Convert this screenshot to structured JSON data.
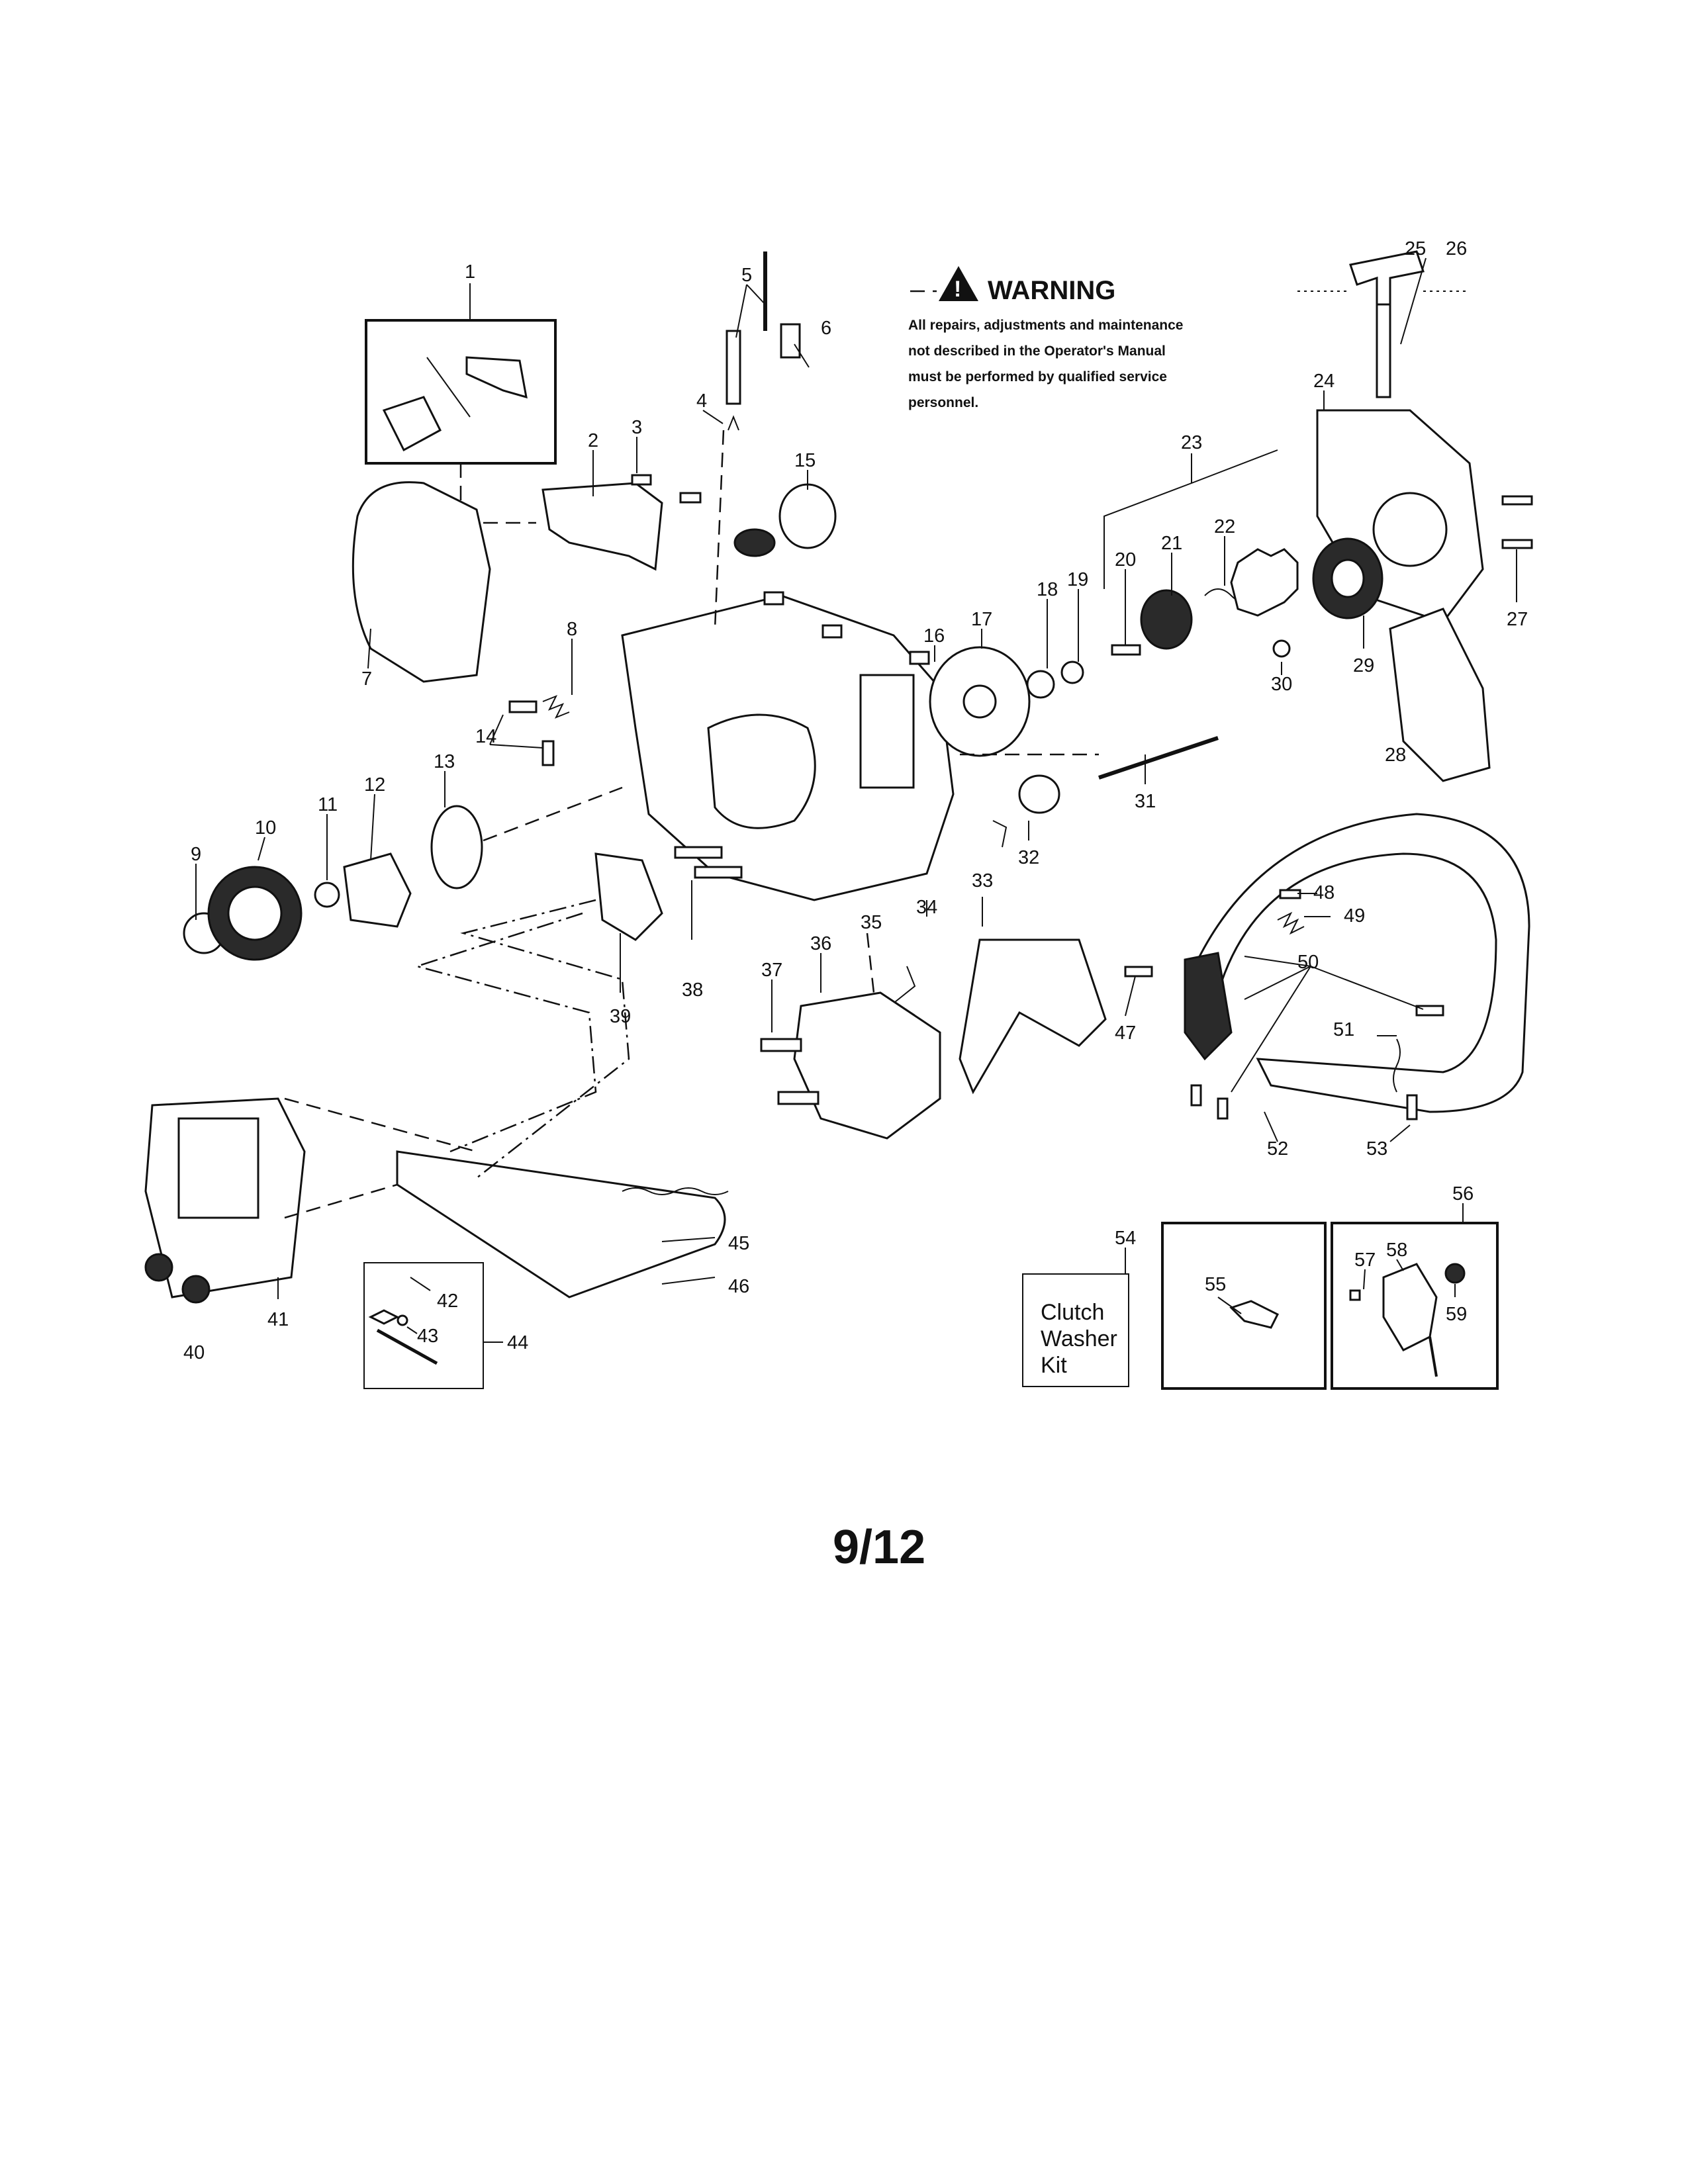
{
  "warning": {
    "title": "WARNING",
    "lines": [
      "All repairs, adjustments and maintenance",
      "not described in the Operator's Manual",
      "must be performed by qualified  service",
      "personnel."
    ]
  },
  "kit": {
    "lines": [
      "Clutch",
      "Washer",
      "Kit"
    ]
  },
  "page_number": "9/12",
  "part_numbers": [
    "1",
    "2",
    "3",
    "4",
    "5",
    "6",
    "7",
    "8",
    "9",
    "10",
    "11",
    "12",
    "13",
    "14",
    "15",
    "16",
    "17",
    "18",
    "19",
    "20",
    "21",
    "22",
    "23",
    "24",
    "25",
    "26",
    "27",
    "28",
    "29",
    "30",
    "31",
    "32",
    "33",
    "34",
    "35",
    "36",
    "37",
    "38",
    "39",
    "40",
    "41",
    "42",
    "43",
    "44",
    "45",
    "46",
    "47",
    "48",
    "49",
    "50",
    "51",
    "52",
    "53",
    "54",
    "55",
    "56",
    "57",
    "58",
    "59"
  ]
}
